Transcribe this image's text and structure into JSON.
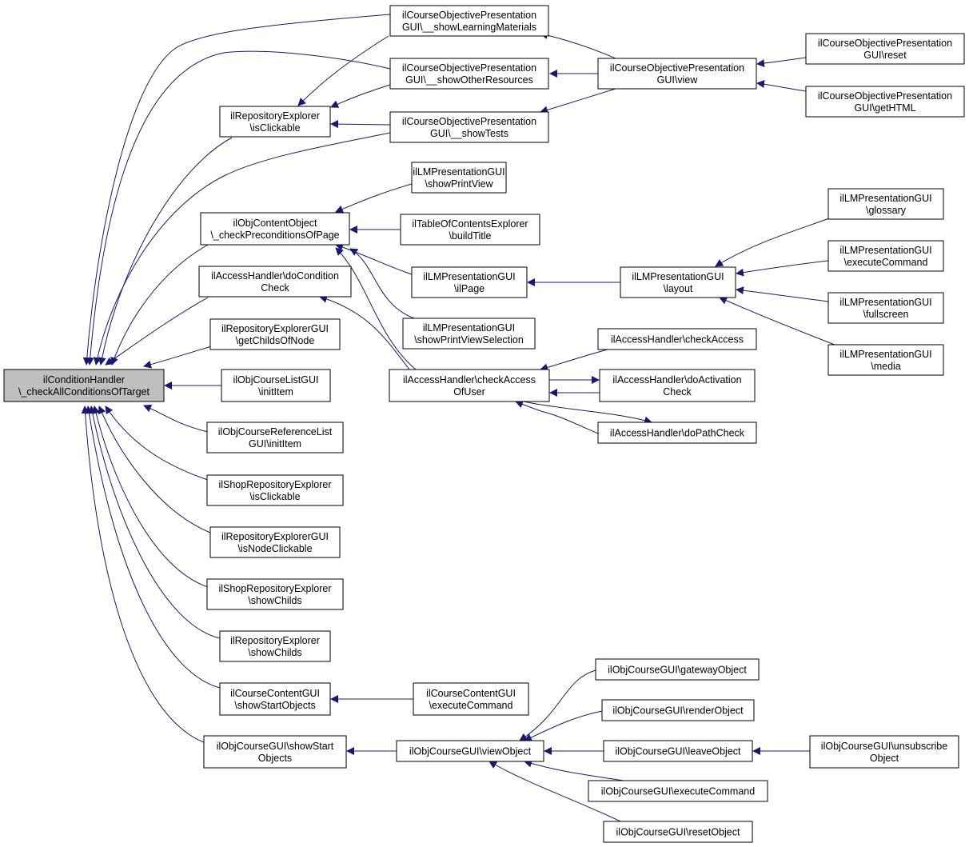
{
  "colors": {
    "edge": "#191970",
    "root_fill": "#bfbfbf",
    "node_fill": "#ffffff",
    "node_border": "#000000"
  },
  "nodes": {
    "root": [
      "ilConditionHandler",
      "\\_checkAllConditionsOfTarget"
    ],
    "slm": [
      "ilCourseObjectivePresentation",
      "GUI\\__showLearningMaterials"
    ],
    "sor": [
      "ilCourseObjectivePresentation",
      "GUI\\__showOtherResources"
    ],
    "st": [
      "ilCourseObjectivePresentation",
      "GUI\\__showTests"
    ],
    "view": [
      "ilCourseObjectivePresentation",
      "GUI\\view"
    ],
    "reset": [
      "ilCourseObjectivePresentation",
      "GUI\\reset"
    ],
    "gethtml": [
      "ilCourseObjectivePresentation",
      "GUI\\getHTML"
    ],
    "reIsClickable": [
      "ilRepositoryExplorer",
      "\\isClickable"
    ],
    "coc": [
      "ilObjContentObject",
      "\\_checkPreconditionsOfPage"
    ],
    "spv": [
      "ilLMPresentationGUI",
      "\\showPrintView"
    ],
    "toc": [
      "ilTableOfContentsExplorer",
      "\\buildTitle"
    ],
    "ilpage": [
      "ilLMPresentationGUI",
      "\\ilPage"
    ],
    "spvs": [
      "ilLMPresentationGUI",
      "\\showPrintViewSelection"
    ],
    "layout": [
      "ilLMPresentationGUI",
      "\\layout"
    ],
    "glossary": [
      "ilLMPresentationGUI",
      "\\glossary"
    ],
    "execCmdLM": [
      "ilLMPresentationGUI",
      "\\executeCommand"
    ],
    "fullscreen": [
      "ilLMPresentationGUI",
      "\\fullscreen"
    ],
    "media": [
      "ilLMPresentationGUI",
      "\\media"
    ],
    "dcc": [
      "ilAccessHandler\\doCondition",
      "Check"
    ],
    "cao": [
      "ilAccessHandler\\checkAccess",
      "OfUser"
    ],
    "ca": [
      "ilAccessHandler\\checkAccess"
    ],
    "dac": [
      "ilAccessHandler\\doActivation",
      "Check"
    ],
    "dpc": [
      "ilAccessHandler\\doPathCheck"
    ],
    "regcon": [
      "ilRepositoryExplorerGUI",
      "\\getChildsOfNode"
    ],
    "oclInit": [
      "ilObjCourseListGUI",
      "\\initItem"
    ],
    "ocrlInit": [
      "ilObjCourseReferenceList",
      "GUI\\initItem"
    ],
    "sreClick": [
      "ilShopRepositoryExplorer",
      "\\isClickable"
    ],
    "regNode": [
      "ilRepositoryExplorerGUI",
      "\\isNodeClickable"
    ],
    "sreShow": [
      "ilShopRepositoryExplorer",
      "\\showChilds"
    ],
    "reShow": [
      "ilRepositoryExplorer",
      "\\showChilds"
    ],
    "ccSso": [
      "ilCourseContentGUI",
      "\\showStartObjects"
    ],
    "ccExec": [
      "ilCourseContentGUI",
      "\\executeCommand"
    ],
    "ocSso": [
      "ilObjCourseGUI\\showStart",
      "Objects"
    ],
    "ocView": [
      "ilObjCourseGUI\\viewObject"
    ],
    "ocGateway": [
      "ilObjCourseGUI\\gatewayObject"
    ],
    "ocRender": [
      "ilObjCourseGUI\\renderObject"
    ],
    "ocLeave": [
      "ilObjCourseGUI\\leaveObject"
    ],
    "ocUnsub": [
      "ilObjCourseGUI\\unsubscribe",
      "Object"
    ],
    "ocExec": [
      "ilObjCourseGUI\\executeCommand"
    ],
    "ocReset": [
      "ilObjCourseGUI\\resetObject"
    ]
  }
}
